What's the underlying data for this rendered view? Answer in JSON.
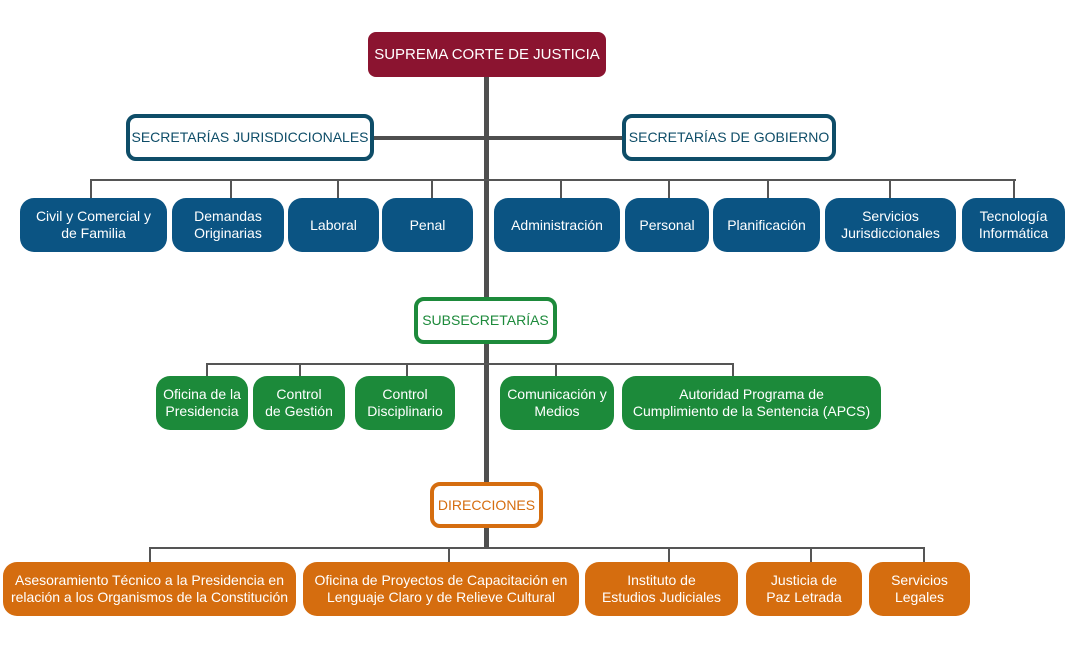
{
  "root": {
    "label": "SUPREMA CORTE DE JUSTICIA",
    "color": "#8b1430"
  },
  "groups": {
    "jurisdiccionales": {
      "label": "SECRETARÍAS JURISDICCIONALES",
      "color": "#0e4d68",
      "items": [
        "Civil y Comercial y\nde Familia",
        "Demandas\nOriginarias",
        "Laboral",
        "Penal"
      ]
    },
    "gobierno": {
      "label": "SECRETARÍAS DE GOBIERNO",
      "color": "#0e4d68",
      "items": [
        "Administración",
        "Personal",
        "Planificación",
        "Servicios\nJurisdiccionales",
        "Tecnología\nInformática"
      ]
    },
    "subsecretarias": {
      "label": "SUBSECRETARÍAS",
      "color": "#1d8a3b",
      "items": [
        "Oficina de la\nPresidencia",
        "Control\nde Gestión",
        "Control\nDisciplinario",
        "Comunicación y\nMedios",
        "Autoridad Programa de\nCumplimiento de la Sentencia (APCS)"
      ]
    },
    "direcciones": {
      "label": "DIRECCIONES",
      "color": "#d56d0f",
      "items": [
        "Asesoramiento Técnico a la Presidencia en\nrelación a los Organismos de la Constitución",
        "Oficina de Proyectos de Capacitación en\nLenguaje Claro y de Relieve Cultural",
        "Instituto de\nEstudios Judiciales",
        "Justicia de\nPaz Letrada",
        "Servicios\nLegales"
      ]
    }
  }
}
